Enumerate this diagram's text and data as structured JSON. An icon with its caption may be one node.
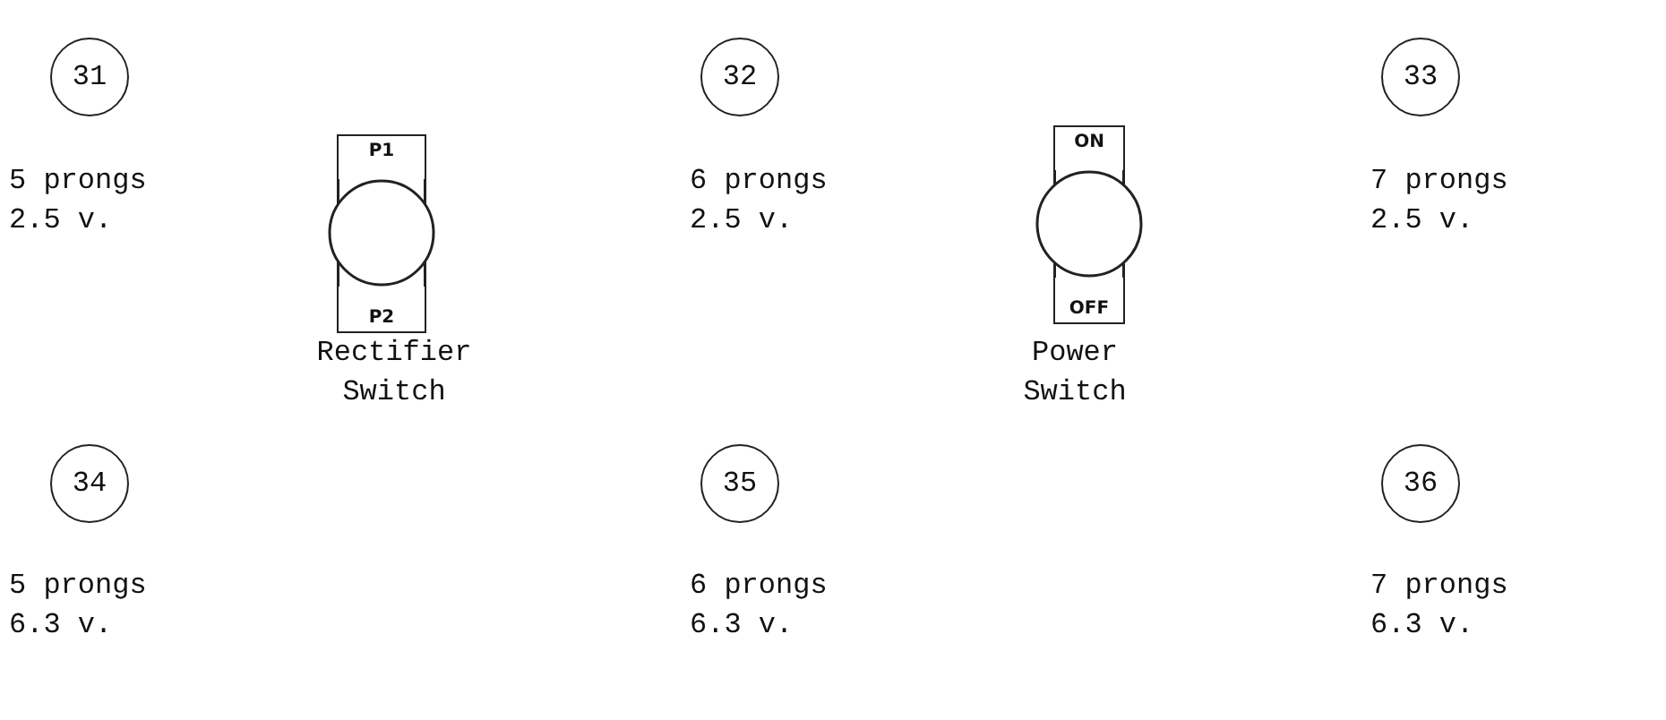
{
  "diagram": {
    "nodes": [
      {
        "text": [
          "31"
        ],
        "beside": [
          "5 prongs",
          "2.5 v."
        ]
      },
      {
        "text": [
          "P1"
        ]
      },
      {
        "text": [],
        "shape": "circle",
        "beside": [
          "Rectifier",
          "Switch"
        ]
      },
      {
        "text": [
          "P2"
        ]
      },
      {
        "text": [
          "32"
        ],
        "beside": [
          "6 prongs",
          "2.5 v."
        ]
      },
      {
        "text": [
          "ON"
        ]
      },
      {
        "text": [],
        "shape": "circle",
        "beside": [
          "Power",
          "Switch"
        ]
      },
      {
        "text": [
          "OFF"
        ]
      },
      {
        "text": [
          "33"
        ],
        "beside": [
          "7 prongs",
          "2.5 v."
        ]
      },
      {
        "text": [
          "34"
        ],
        "beside": [
          "5 prongs",
          "6.3 v."
        ]
      },
      {
        "text": [
          "35"
        ],
        "beside": [
          "6 prongs",
          "6.3 v."
        ]
      },
      {
        "text": [
          "36"
        ],
        "beside": [
          "7 prongs",
          "6.3 v."
        ]
      }
    ]
  }
}
